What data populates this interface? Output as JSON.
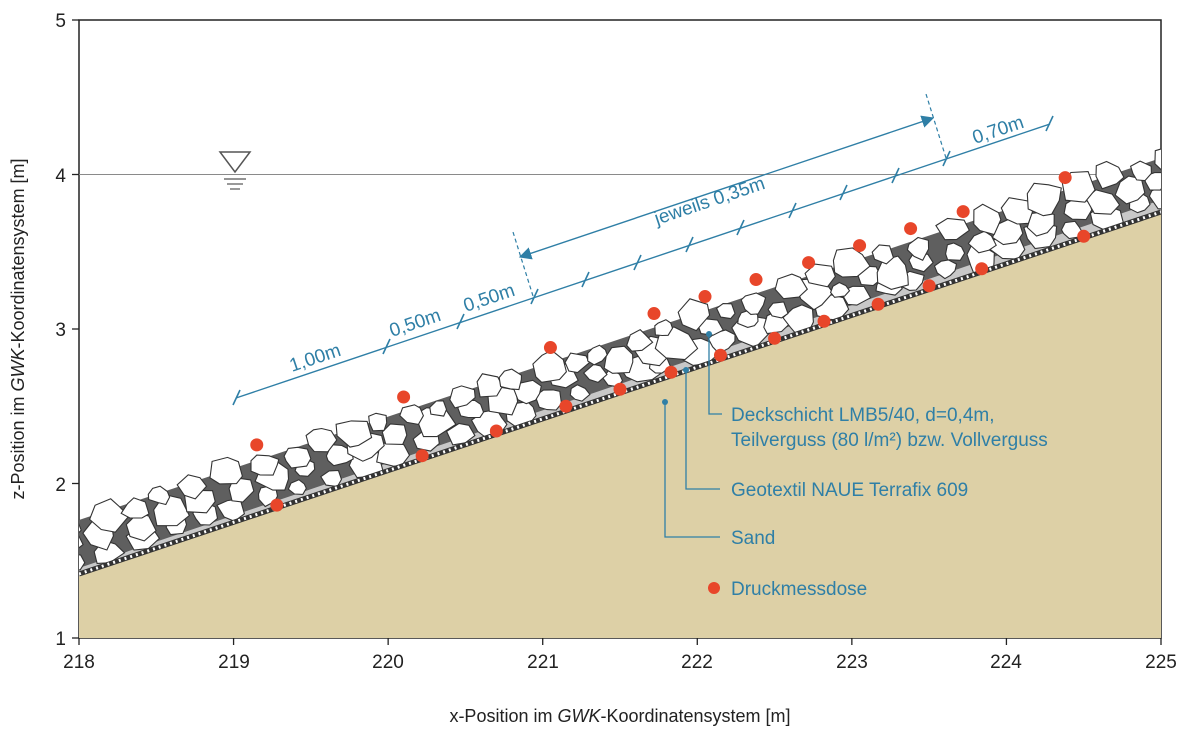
{
  "axes": {
    "x_label_prefix": "x-Position im ",
    "x_label_em": "GWK",
    "x_label_suffix": "-Koordinatensystem [m]",
    "y_label_prefix": "z-Position im ",
    "y_label_em": "GWK",
    "y_label_suffix": "-Koordinatensystem [m]",
    "x_ticks": [
      "218",
      "219",
      "220",
      "221",
      "222",
      "223",
      "224",
      "225"
    ],
    "y_ticks": [
      "1",
      "2",
      "3",
      "4",
      "5"
    ],
    "x_range": [
      218,
      225
    ],
    "y_range": [
      1,
      5
    ]
  },
  "water_level_z": 4,
  "slope": {
    "x_start": 218,
    "z_start": 1.42,
    "x_end": 225,
    "z_end": 3.75
  },
  "dimensions": {
    "d100": "1,00m",
    "d050a": "0,50m",
    "d050b": "0,50m",
    "d070": "0,70m",
    "jeweils": "jeweils 0,35m"
  },
  "layers": {
    "deckschicht_line1": "Deckschicht LMB5/40, d=0,4m,",
    "deckschicht_line2": "Teilverguss (80 l/m²) bzw. Vollverguss",
    "geotextil": "Geotextil NAUE Terrafix 609",
    "sand": "Sand",
    "druckmessdose": "Druckmessdose"
  },
  "colors": {
    "sand": "#ddd0a6",
    "accent": "#2f7fa6",
    "sensor": "#e8462a",
    "grout": "#5f5f5f"
  },
  "sensors_surface": [
    [
      219.15,
      2.25
    ],
    [
      220.1,
      2.56
    ],
    [
      221.05,
      2.88
    ],
    [
      221.72,
      3.1
    ],
    [
      222.05,
      3.21
    ],
    [
      222.38,
      3.32
    ],
    [
      222.72,
      3.43
    ],
    [
      223.05,
      3.54
    ],
    [
      223.38,
      3.65
    ],
    [
      223.72,
      3.76
    ],
    [
      224.38,
      3.98
    ]
  ],
  "sensors_base": [
    [
      219.28,
      1.86
    ],
    [
      220.22,
      2.18
    ],
    [
      220.7,
      2.34
    ],
    [
      221.15,
      2.5
    ],
    [
      221.5,
      2.61
    ],
    [
      221.83,
      2.72
    ],
    [
      222.15,
      2.83
    ],
    [
      222.5,
      2.94
    ],
    [
      222.82,
      3.05
    ],
    [
      223.17,
      3.16
    ],
    [
      223.5,
      3.28
    ],
    [
      223.84,
      3.39
    ],
    [
      224.5,
      3.6
    ]
  ]
}
